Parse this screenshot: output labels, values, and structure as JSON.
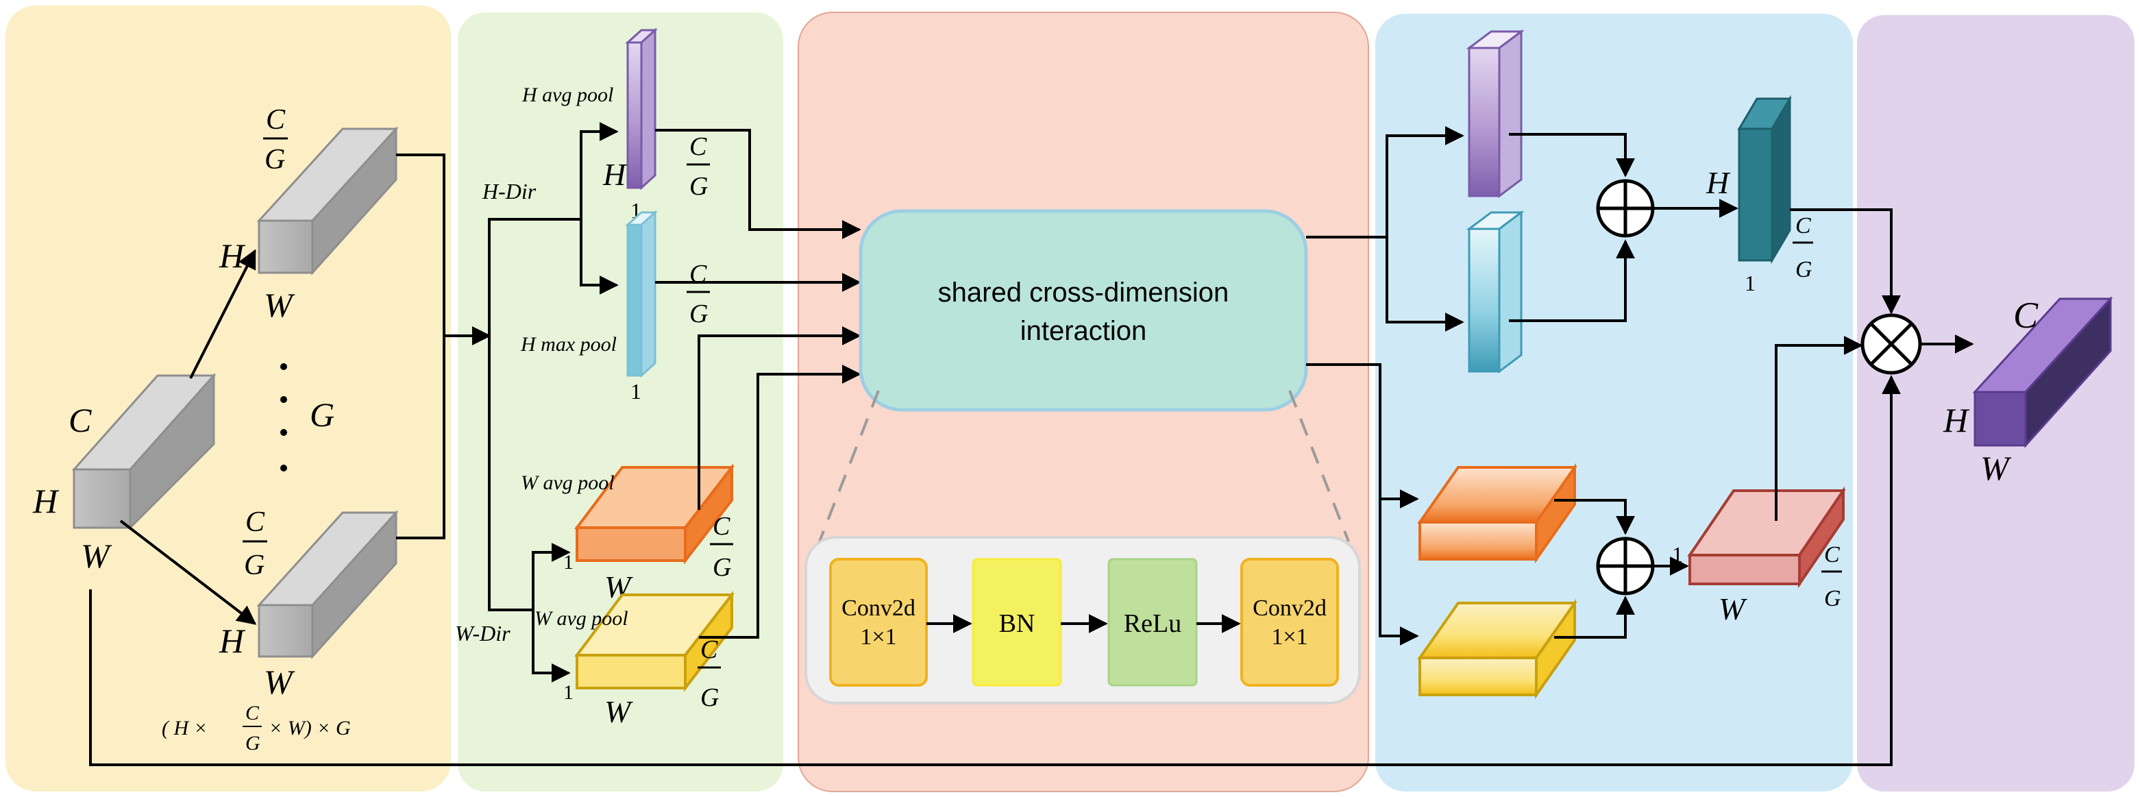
{
  "panels": {
    "grouping": {
      "color": "#fcefc6"
    },
    "pooling": {
      "color": "#e8f4d9"
    },
    "interaction": {
      "color": "#fbd8cc"
    },
    "fusion": {
      "color": "#cfeaf6"
    },
    "output": {
      "color": "#e2d3ec"
    }
  },
  "input": {
    "c": "C",
    "h": "H",
    "w": "W"
  },
  "groups": {
    "top": {
      "c": "C",
      "g": "G",
      "h": "H",
      "w": "W"
    },
    "bottom": {
      "c": "C",
      "g": "G",
      "h": "H",
      "w": "W"
    },
    "g_label": "G",
    "formula": {
      "prefix": "( H ×",
      "num": "C",
      "den": "G",
      "suffix": "× W) × G"
    }
  },
  "branches": {
    "h_dir": "H-Dir",
    "w_dir": "W-Dir"
  },
  "pools": {
    "h_avg": {
      "label": "H avg pool",
      "h": "H",
      "one": "1",
      "c": "C",
      "g": "G"
    },
    "h_max": {
      "label": "H max pool",
      "one": "1",
      "c": "C",
      "g": "G"
    },
    "w_avg1": {
      "label": "W avg pool",
      "one": "1",
      "w": "W",
      "c": "C",
      "g": "G"
    },
    "w_avg2": {
      "label": "W avg pool",
      "one": "1",
      "w": "W",
      "c": "C",
      "g": "G"
    }
  },
  "interaction": {
    "title_line1": "shared cross-dimension",
    "title_line2": "interaction",
    "blocks": [
      {
        "line1": "Conv2d",
        "line2": "1×1"
      },
      {
        "line1": "BN",
        "line2": ""
      },
      {
        "line1": "ReLu",
        "line2": ""
      },
      {
        "line1": "Conv2d",
        "line2": "1×1"
      }
    ]
  },
  "fusion": {
    "h_out": {
      "h": "H",
      "one": "1",
      "c": "C",
      "g": "G"
    },
    "w_out": {
      "one": "1",
      "w": "W",
      "c": "C",
      "g": "G"
    }
  },
  "output": {
    "c": "C",
    "h": "H",
    "w": "W"
  },
  "colors": {
    "gray": "#b9b9b9",
    "purple": "#a58fc6",
    "blue": "#7cc6dc",
    "orange": "#f59a5a",
    "yellow": "#fbe27a",
    "teal": "#2c7d8c",
    "red": "#e7a7a4",
    "deep_purple": "#6a4ca0",
    "interaction_fill": "#b9e4d9",
    "conv_fill": "#f8d46c",
    "bn_fill": "#f4f160",
    "relu_fill": "#bfe09d"
  }
}
